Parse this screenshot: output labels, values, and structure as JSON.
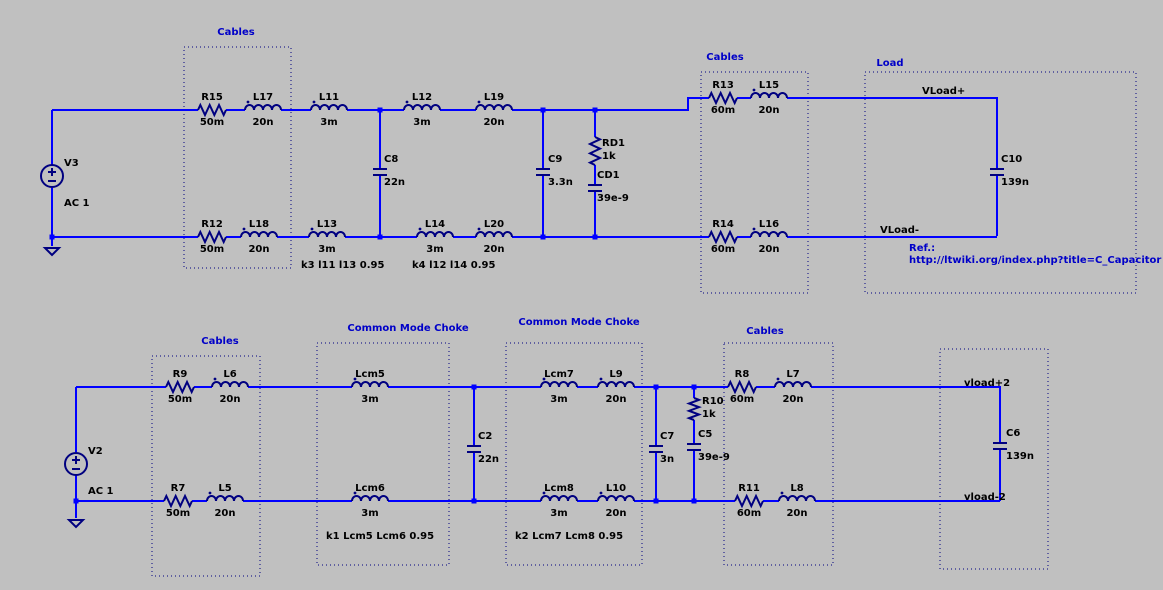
{
  "colors": {
    "background": "#c0c0c0",
    "wire": "#0000ff",
    "component": "#000080",
    "label": "#000000",
    "annotation": "#0000c8"
  },
  "labels": {
    "cables_1": "Cables",
    "cables_2": "Cables",
    "load": "Load",
    "cables_3": "Cables",
    "cmc_1": "Common Mode Choke",
    "cmc_2": "Common Mode Choke",
    "cables_4": "Cables",
    "ref_1": "Ref.:",
    "ref_2": "http://ltwiki.org/index.php?title=C_Capacitor",
    "vload_p": "VLoad+",
    "vload_m": "VLoad-",
    "vload2_p": "vload+2",
    "vload2_m": "vload-2",
    "k3": "k3 l11 l13 0.95",
    "k4": "k4 l12 l14 0.95",
    "k1": "k1 Lcm5 Lcm6 0.95",
    "k2": "k2 Lcm7 Lcm8 0.95",
    "v3_name": "V3",
    "v3_val": "AC 1",
    "v2_name": "V2",
    "v2_val": "AC 1"
  },
  "components": {
    "R15": {
      "name": "R15",
      "value": "50m"
    },
    "L17": {
      "name": "L17",
      "value": "20n"
    },
    "L11": {
      "name": "L11",
      "value": "3m"
    },
    "L12": {
      "name": "L12",
      "value": "3m"
    },
    "L19": {
      "name": "L19",
      "value": "20n"
    },
    "R13": {
      "name": "R13",
      "value": "60m"
    },
    "L15": {
      "name": "L15",
      "value": "20n"
    },
    "R12": {
      "name": "R12",
      "value": "50m"
    },
    "L18": {
      "name": "L18",
      "value": "20n"
    },
    "L13": {
      "name": "L13",
      "value": "3m"
    },
    "L14": {
      "name": "L14",
      "value": "3m"
    },
    "L20": {
      "name": "L20",
      "value": "20n"
    },
    "R14": {
      "name": "R14",
      "value": "60m"
    },
    "L16": {
      "name": "L16",
      "value": "20n"
    },
    "C8": {
      "name": "C8",
      "value": "22n"
    },
    "C9": {
      "name": "C9",
      "value": "3.3n"
    },
    "RD1": {
      "name": "RD1",
      "value": "1k"
    },
    "CD1": {
      "name": "CD1",
      "value": "39e-9"
    },
    "C10": {
      "name": "C10",
      "value": "139n"
    },
    "R9": {
      "name": "R9",
      "value": "50m"
    },
    "L6": {
      "name": "L6",
      "value": "20n"
    },
    "Lcm5": {
      "name": "Lcm5",
      "value": "3m"
    },
    "Lcm7": {
      "name": "Lcm7",
      "value": "3m"
    },
    "L9": {
      "name": "L9",
      "value": "20n"
    },
    "R8": {
      "name": "R8",
      "value": "60m"
    },
    "L7": {
      "name": "L7",
      "value": "20n"
    },
    "R7": {
      "name": "R7",
      "value": "50m"
    },
    "L5": {
      "name": "L5",
      "value": "20n"
    },
    "Lcm6": {
      "name": "Lcm6",
      "value": "3m"
    },
    "Lcm8": {
      "name": "Lcm8",
      "value": "3m"
    },
    "L10": {
      "name": "L10",
      "value": "20n"
    },
    "R11": {
      "name": "R11",
      "value": "60m"
    },
    "L8": {
      "name": "L8",
      "value": "20n"
    },
    "C2": {
      "name": "C2",
      "value": "22n"
    },
    "C7": {
      "name": "C7",
      "value": "3n"
    },
    "R10": {
      "name": "R10",
      "value": "1k"
    },
    "C5": {
      "name": "C5",
      "value": "39e-9"
    },
    "C6": {
      "name": "C6",
      "value": "139n"
    }
  }
}
